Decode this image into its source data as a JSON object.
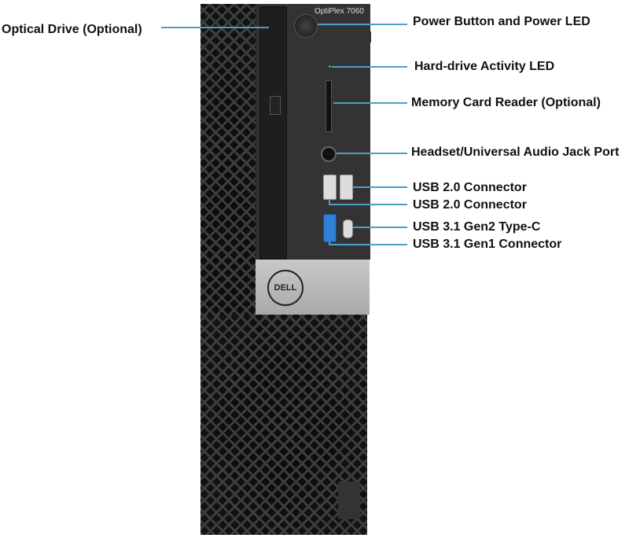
{
  "product": {
    "model": "OptiPlex 7060",
    "brand": "DELL"
  },
  "callouts": {
    "optical_drive": "Optical Drive (Optional)",
    "power": "Power Button and Power LED",
    "hdd_led": "Hard-drive Activity LED",
    "card_reader": "Memory Card Reader (Optional)",
    "audio": "Headset/Universal Audio Jack Port",
    "usb2_a": "USB 2.0 Connector",
    "usb2_b": "USB 2.0 Connector",
    "usbc": "USB 3.1 Gen2 Type-C",
    "usb31": "USB 3.1 Gen1 Connector"
  },
  "colors": {
    "callout_line": "#4a9fc8",
    "usb3_blue": "#2f7fd6"
  }
}
